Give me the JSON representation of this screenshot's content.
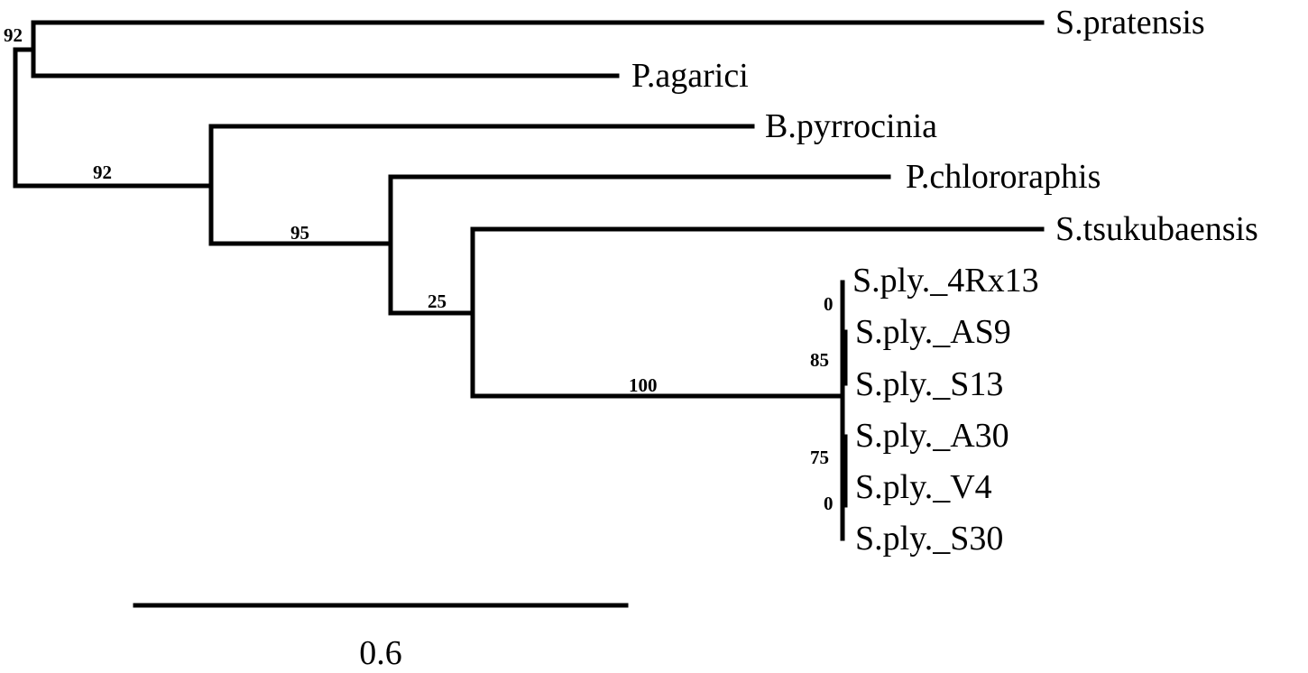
{
  "taxa": {
    "s_pratensis": "S.pratensis",
    "p_agarici": "P.agarici",
    "b_pyrrocinia": "B.pyrrocinia",
    "p_chlororaphis": "P.chlororaphis",
    "s_tsukubaensis": "S.tsukubaensis",
    "s_ply_4rx13": "S.ply._4Rx13",
    "s_ply_as9": "S.ply._AS9",
    "s_ply_s13": "S.ply._S13",
    "s_ply_a30": "S.ply._A30",
    "s_ply_v4": "S.ply._V4",
    "s_ply_s30": "S.ply._S30"
  },
  "supports": {
    "node_pratensis_agarici": "92",
    "node_burk_clade": "92",
    "node_pseudo_clade": "95",
    "node_tsuku_clade": "25",
    "node_ply_clade": "100",
    "node_ply_4rx13": "0",
    "node_ply_upper": "85",
    "node_ply_lower": "75",
    "node_ply_v4": "0"
  },
  "scale_bar": {
    "label": "0.6"
  },
  "colors": {
    "line": "#000000",
    "background": "#ffffff"
  }
}
